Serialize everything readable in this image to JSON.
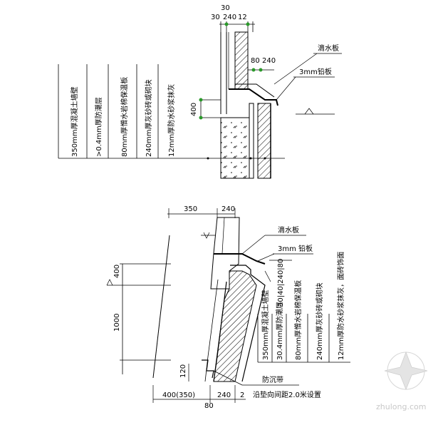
{
  "top_detail": {
    "dims_top": [
      "30",
      "30",
      "240",
      "12"
    ],
    "dims_mid": [
      "80",
      "240"
    ],
    "dim_side": "400",
    "label_drip": "滴水板",
    "label_lead": "3mm铅板",
    "layers": [
      "350mm厚混凝土墙壁",
      ">0.4mm厚防潮层",
      "80mm厚憎水岩棉保温板",
      "240mm厚灰砂砖或砌块",
      "12mm厚防水砂浆抹灰"
    ]
  },
  "bottom_detail": {
    "dims_top": [
      "350",
      "240"
    ],
    "dims_left": [
      "400",
      "1000"
    ],
    "dim_small": "120",
    "dims_bottom": [
      "400(350)",
      "240",
      "2"
    ],
    "dim_bottom_sub": "80",
    "label_drip": "滴水板",
    "label_lead": "3mm 铅板",
    "label_stack": "30|40|240|80",
    "layers": [
      "350mm厚混凝土墙壁",
      "30.4mm厚防潮层",
      "80mm厚憎水岩棉保温板",
      "240mm厚灰砂砖或砌块",
      "12mm厚防水砂浆抹灰，面砖饰面"
    ],
    "label_strip": "防沉带",
    "label_note": "沿垫向间距2.0米设置"
  },
  "watermark": "zhulong.com"
}
